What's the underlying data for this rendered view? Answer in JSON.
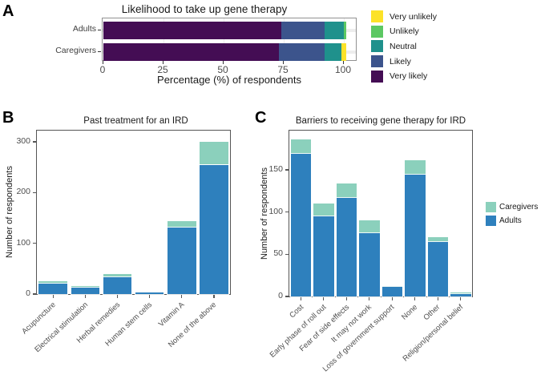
{
  "panel_labels": {
    "a": "A",
    "b": "B",
    "c": "C"
  },
  "colors": {
    "adults_blue": "#2E80BD",
    "caregivers_green": "#8BD0BC",
    "very_unlikely_yellow": "#FCE228",
    "unlikely_green": "#5CC863",
    "neutral_teal": "#1F918C",
    "likely_blue": "#3C548C",
    "very_likely_purple": "#440D54"
  },
  "chart_data": [
    {
      "id": "likelihood",
      "panel": "A",
      "type": "bar",
      "orientation": "horizontal",
      "stacked": true,
      "title": "Likelihood to take up gene therapy",
      "xlabel": "Percentage (%) of respondents",
      "categories": [
        "Adults",
        "Caregivers"
      ],
      "x_ticks": [
        0,
        25,
        50,
        75,
        100
      ],
      "xlim": [
        0,
        103
      ],
      "grid": true,
      "legend_position": "right",
      "legend": [
        {
          "label": "Very unlikely",
          "color": "#FCE228"
        },
        {
          "label": "Unlikely",
          "color": "#5CC863"
        },
        {
          "label": "Neutral",
          "color": "#1F918C"
        },
        {
          "label": "Likely",
          "color": "#3C548C"
        },
        {
          "label": "Very likely",
          "color": "#440D54"
        }
      ],
      "series": [
        {
          "name": "Very likely",
          "color": "#440D54",
          "values": [
            74,
            73
          ]
        },
        {
          "name": "Likely",
          "color": "#3C548C",
          "values": [
            18,
            19
          ]
        },
        {
          "name": "Neutral",
          "color": "#1F918C",
          "values": [
            8,
            7
          ]
        },
        {
          "name": "Unlikely",
          "color": "#5CC863",
          "values": [
            1,
            0
          ]
        },
        {
          "name": "Very unlikely",
          "color": "#FCE228",
          "values": [
            0,
            2
          ]
        }
      ]
    },
    {
      "id": "past_treatment",
      "panel": "B",
      "type": "bar",
      "orientation": "vertical",
      "stacked": true,
      "title": "Past treatment for an IRD",
      "ylabel": "Number of respondents",
      "categories": [
        "Acupuncture",
        "Electrical stimulation",
        "Herbal remedies",
        "Human stem cells",
        "Vitamin A",
        "None of the above"
      ],
      "y_ticks": [
        0,
        100,
        200,
        300
      ],
      "ylim": [
        0,
        325
      ],
      "grid": false,
      "series": [
        {
          "name": "Adults",
          "color": "#2E80BD",
          "values": [
            21,
            13,
            33,
            3,
            131,
            255
          ]
        },
        {
          "name": "Caregivers",
          "color": "#8BD0BC",
          "values": [
            4,
            3,
            6,
            0,
            13,
            45
          ]
        }
      ]
    },
    {
      "id": "barriers",
      "panel": "C",
      "type": "bar",
      "orientation": "vertical",
      "stacked": true,
      "title": "Barriers to receiving gene therapy for IRD",
      "ylabel": "Number of respondents",
      "categories": [
        "Cost",
        "Early phase of roll out",
        "Fear of side effects",
        "It may not work",
        "Loss of government support",
        "None",
        "Other",
        "Religion/personal belief"
      ],
      "y_ticks": [
        0,
        50,
        100,
        150
      ],
      "ylim": [
        0,
        198
      ],
      "grid": false,
      "legend_position": "right",
      "legend": [
        {
          "label": "Caregivers",
          "color": "#8BD0BC"
        },
        {
          "label": "Adults",
          "color": "#2E80BD"
        }
      ],
      "series": [
        {
          "name": "Adults",
          "color": "#2E80BD",
          "values": [
            169,
            95,
            117,
            75,
            11,
            144,
            65,
            3
          ]
        },
        {
          "name": "Caregivers",
          "color": "#8BD0BC",
          "values": [
            17,
            15,
            17,
            15,
            1,
            17,
            5,
            2
          ]
        }
      ]
    }
  ]
}
